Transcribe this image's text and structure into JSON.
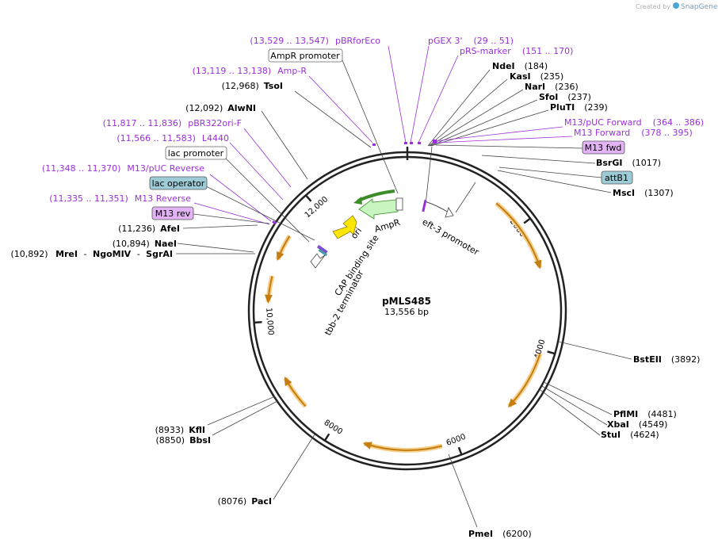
{
  "watermark": {
    "created_by": "Created by",
    "brand": "SnapGene"
  },
  "plasmid": {
    "name": "pMLS485",
    "length": "13,556 bp",
    "total_bp": 13556
  },
  "ticks": [
    {
      "bp": 2000,
      "label": "2000"
    },
    {
      "bp": 4000,
      "label": "4000"
    },
    {
      "bp": 6000,
      "label": "6000"
    },
    {
      "bp": 8000,
      "label": "8000"
    },
    {
      "bp": 10000,
      "label": "10,000"
    },
    {
      "bp": 12000,
      "label": "12,000"
    }
  ],
  "enzymes": [
    {
      "name": "NdeI",
      "pos": "(184)",
      "side": "right"
    },
    {
      "name": "KasI",
      "pos": "(235)",
      "side": "right"
    },
    {
      "name": "NarI",
      "pos": "(236)",
      "side": "right"
    },
    {
      "name": "SfoI",
      "pos": "(237)",
      "side": "right"
    },
    {
      "name": "PluTI",
      "pos": "(239)",
      "side": "right"
    },
    {
      "name": "BsrGI",
      "pos": "(1017)",
      "side": "right"
    },
    {
      "name": "MscI",
      "pos": "(1307)",
      "side": "right"
    },
    {
      "name": "BstEII",
      "pos": "(3892)",
      "side": "right"
    },
    {
      "name": "PflMI",
      "pos": "(4481)",
      "side": "right"
    },
    {
      "name": "XbaI",
      "pos": "(4549)",
      "side": "right"
    },
    {
      "name": "StuI",
      "pos": "(4624)",
      "side": "right"
    },
    {
      "name": "PmeI",
      "pos": "(6200)",
      "side": "right"
    },
    {
      "name": "PacI",
      "pos": "(8076)",
      "side": "left"
    },
    {
      "name": "BbsI",
      "pos": "(8850)",
      "side": "left"
    },
    {
      "name": "KflI",
      "pos": "(8933)",
      "side": "left"
    },
    {
      "name": "AfeI",
      "pos": "(11,236)",
      "side": "left"
    },
    {
      "name": "NaeI",
      "pos": "(10,894)",
      "side": "left"
    },
    {
      "name": "TsoI",
      "pos": "(12,968)",
      "side": "left"
    },
    {
      "name": "AlwNI",
      "pos": "(12,092)",
      "side": "left"
    }
  ],
  "multi_enzyme": {
    "pos": "(10,892)",
    "names": [
      "MreI",
      "NgoMIV",
      "SgrAI"
    ],
    "sep": "-"
  },
  "primers": [
    {
      "pos": "(13,529 .. 13,547)",
      "name": "pBRforEco",
      "side": "left"
    },
    {
      "pos": "(13,119 .. 13,138)",
      "name": "Amp-R",
      "side": "left"
    },
    {
      "pos": "(11,817 .. 11,836)",
      "name": "pBR322ori-F",
      "side": "left"
    },
    {
      "pos": "(11,566 .. 11,583)",
      "name": "L4440",
      "side": "left"
    },
    {
      "pos": "(11,348 .. 11,370)",
      "name": "M13/pUC Reverse",
      "side": "left"
    },
    {
      "pos": "(11,335 .. 11,351)",
      "name": "M13 Reverse",
      "side": "left"
    },
    {
      "name": "pGEX 3'",
      "pos": "(29 .. 51)",
      "side": "right"
    },
    {
      "name": "pRS-marker",
      "pos": "(151 .. 170)",
      "side": "right"
    },
    {
      "name": "M13/pUC Forward",
      "pos": "(364 .. 386)",
      "side": "right"
    },
    {
      "name": "M13 Forward",
      "pos": "(378 .. 395)",
      "side": "right"
    }
  ],
  "boxed_features": [
    {
      "name": "AmpR promoter",
      "style": "white"
    },
    {
      "name": "lac promoter",
      "style": "white"
    },
    {
      "name": "lac operator",
      "style": "blue"
    },
    {
      "name": "M13 rev",
      "style": "purple"
    },
    {
      "name": "M13 fwd",
      "style": "purple"
    },
    {
      "name": "attB1",
      "style": "blue"
    }
  ],
  "inner_features": [
    "ori",
    "AmpR",
    "eft-3 promoter",
    "tbb-2 terminator",
    "CAP binding site"
  ],
  "colors": {
    "purple": "#9b30d9",
    "orange": "#f5a623",
    "green": "#3c8c2a",
    "yellow": "#ffe600",
    "lightgreen": "#c8f5c0",
    "boxblue": "#9dcbd6",
    "boxpurple": "#e3b4f5"
  }
}
